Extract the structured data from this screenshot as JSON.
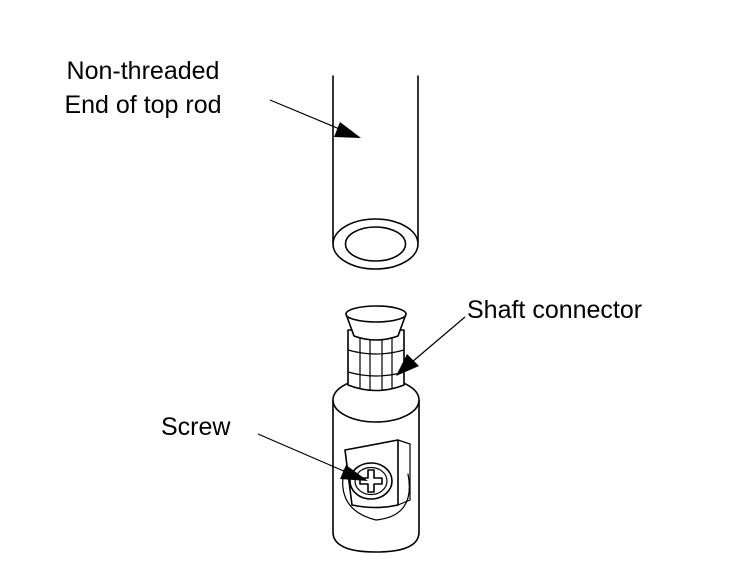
{
  "labels": {
    "rod_line1": "Non-threaded",
    "rod_line2": "End of top rod",
    "connector": "Shaft connector",
    "screw": "Screw"
  }
}
